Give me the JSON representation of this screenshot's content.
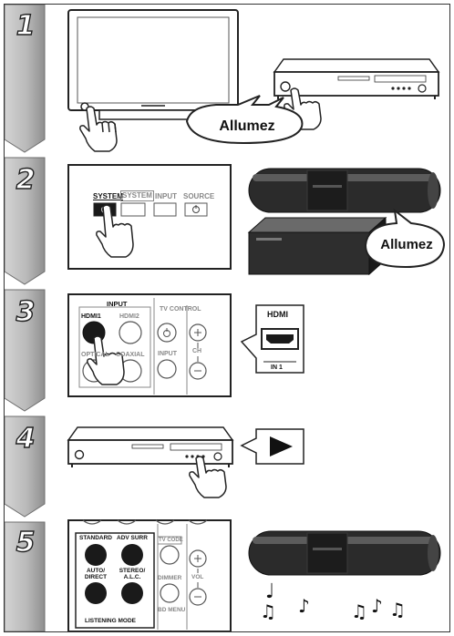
{
  "steps": [
    "1",
    "2",
    "3",
    "4",
    "5"
  ],
  "step1": {
    "callout": "Allumez"
  },
  "step2": {
    "remote_buttons": [
      "SYSTEM",
      "SYSTEM",
      "INPUT",
      "SOURCE"
    ],
    "callout": "Allumez"
  },
  "step3": {
    "input_heading": "INPUT",
    "input_buttons": [
      "HDMI1",
      "HDMI2",
      "OPTICAL",
      "COAXIAL"
    ],
    "tv_heading": "TV CONTROL",
    "tv_input_label": "INPUT",
    "ch_label": "CH",
    "port_label": "HDMI",
    "port_sublabel": "IN 1"
  },
  "step5": {
    "mode_buttons": [
      "STANDARD",
      "ADV SURR",
      "AUTO/ DIRECT",
      "STEREO/ A.L.C."
    ],
    "mode_footer": "LISTENING MODE",
    "tv_code": "TV CODE",
    "dimmer": "DIMMER",
    "bd_menu": "BD MENU",
    "vol_label": "VOL",
    "notes": [
      "♩",
      "♪",
      "♫",
      "♫",
      "♪",
      "♫"
    ]
  },
  "icons": [
    "tv-icon",
    "bd-player-icon",
    "hand-icon",
    "remote-icon",
    "speaker-bar-icon",
    "subwoofer-icon",
    "hdmi-port-icon",
    "play-icon",
    "music-note-icon"
  ],
  "colors": {
    "tab_grey": "#b9b9b9",
    "tab_edge": "#7a7a7a",
    "device_dark": "#1e1e1e",
    "button_dark": "#1a1a1a"
  }
}
